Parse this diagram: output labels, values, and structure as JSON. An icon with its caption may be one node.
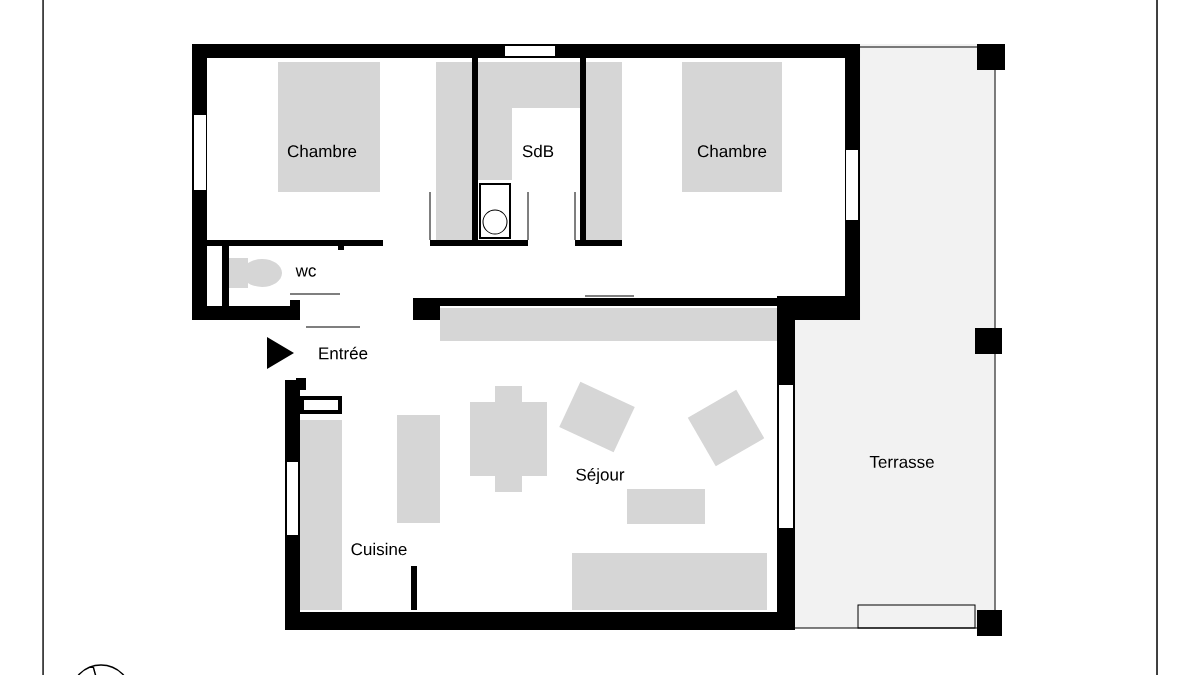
{
  "diagram": {
    "labels": [
      "Chambre",
      "SdB",
      "Chambre",
      "wc",
      "Entrée",
      "Terrasse",
      "Séjour",
      "Cuisine"
    ]
  }
}
